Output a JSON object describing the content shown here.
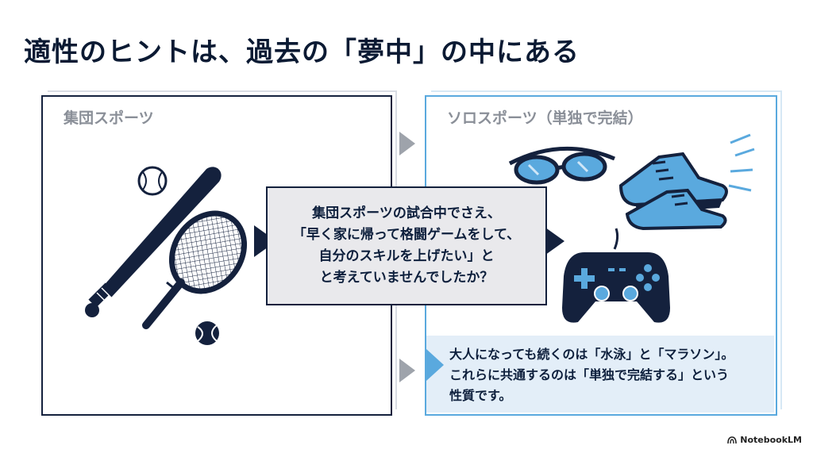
{
  "title": "適性のヒントは、過去の「夢中」の中にある",
  "left_panel": {
    "label": "集団スポーツ",
    "icons": [
      "baseball-icon",
      "baseball-bat-icon",
      "tennis-racket-icon",
      "tennis-ball-icon"
    ]
  },
  "right_panel": {
    "label": "ソロスポーツ（単独で完結）",
    "icons": [
      "swim-goggles-icon",
      "running-shoes-icon",
      "game-controller-icon"
    ]
  },
  "center_box": {
    "lines": [
      "集団スポーツの試合中でさえ、",
      "「早く家に帰って格闘ゲームをして、",
      "自分のスキルを上げたい」と",
      "と考えていませんでしたか？"
    ]
  },
  "bottom_box": {
    "lines": [
      "大人になっても続くのは「水泳」と「マラソン」。",
      "これらに共通するのは「単独で完結する」という",
      "性質です。"
    ]
  },
  "logo": {
    "text": "NotebookLM"
  },
  "colors": {
    "navy": "#14213d",
    "accent_blue": "#5aa9de",
    "light_blue": "#e3eef8",
    "gray_box": "#e9e9ec",
    "arrow_gray": "#9ea3ab"
  }
}
